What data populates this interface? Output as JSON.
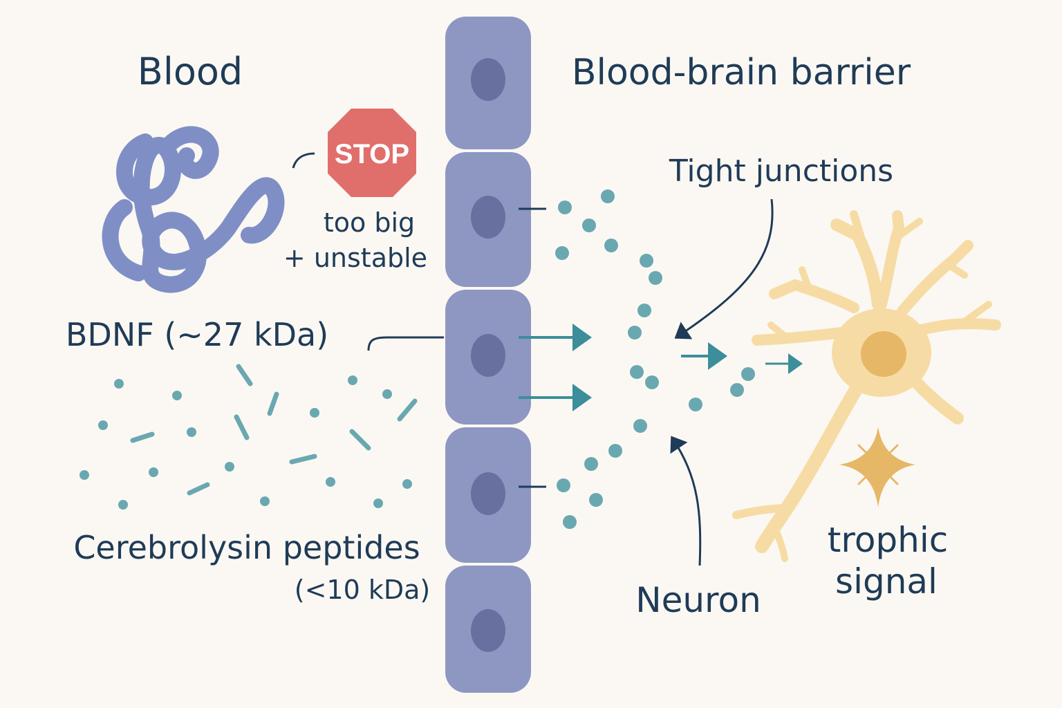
{
  "labels": {
    "blood": "Blood",
    "barrier": "Blood-brain barrier",
    "stop_sign": "STOP",
    "too_big": "too big",
    "unstable": "+ unstable",
    "bdnf": "BDNF (~27 kDa)",
    "cerebrolysin": "Cerebrolysin peptides",
    "cerebrolysin_size": "(<10 kDa)",
    "tight_junctions": "Tight junctions",
    "neuron": "Neuron",
    "trophic": "trophic",
    "signal": "signal"
  },
  "colors": {
    "background": "#fbf8f3",
    "text": "#1f3b57",
    "cell": "#8e97c2",
    "nucleus": "#67709f",
    "protein": "#7f8fc6",
    "stop": "#e06f6c",
    "peptide": "#6aa8b1",
    "arrow": "#3c8e9a",
    "neuron": "#f6dca4",
    "neuron_nucleus": "#e6b766",
    "spark": "#e6b766"
  }
}
